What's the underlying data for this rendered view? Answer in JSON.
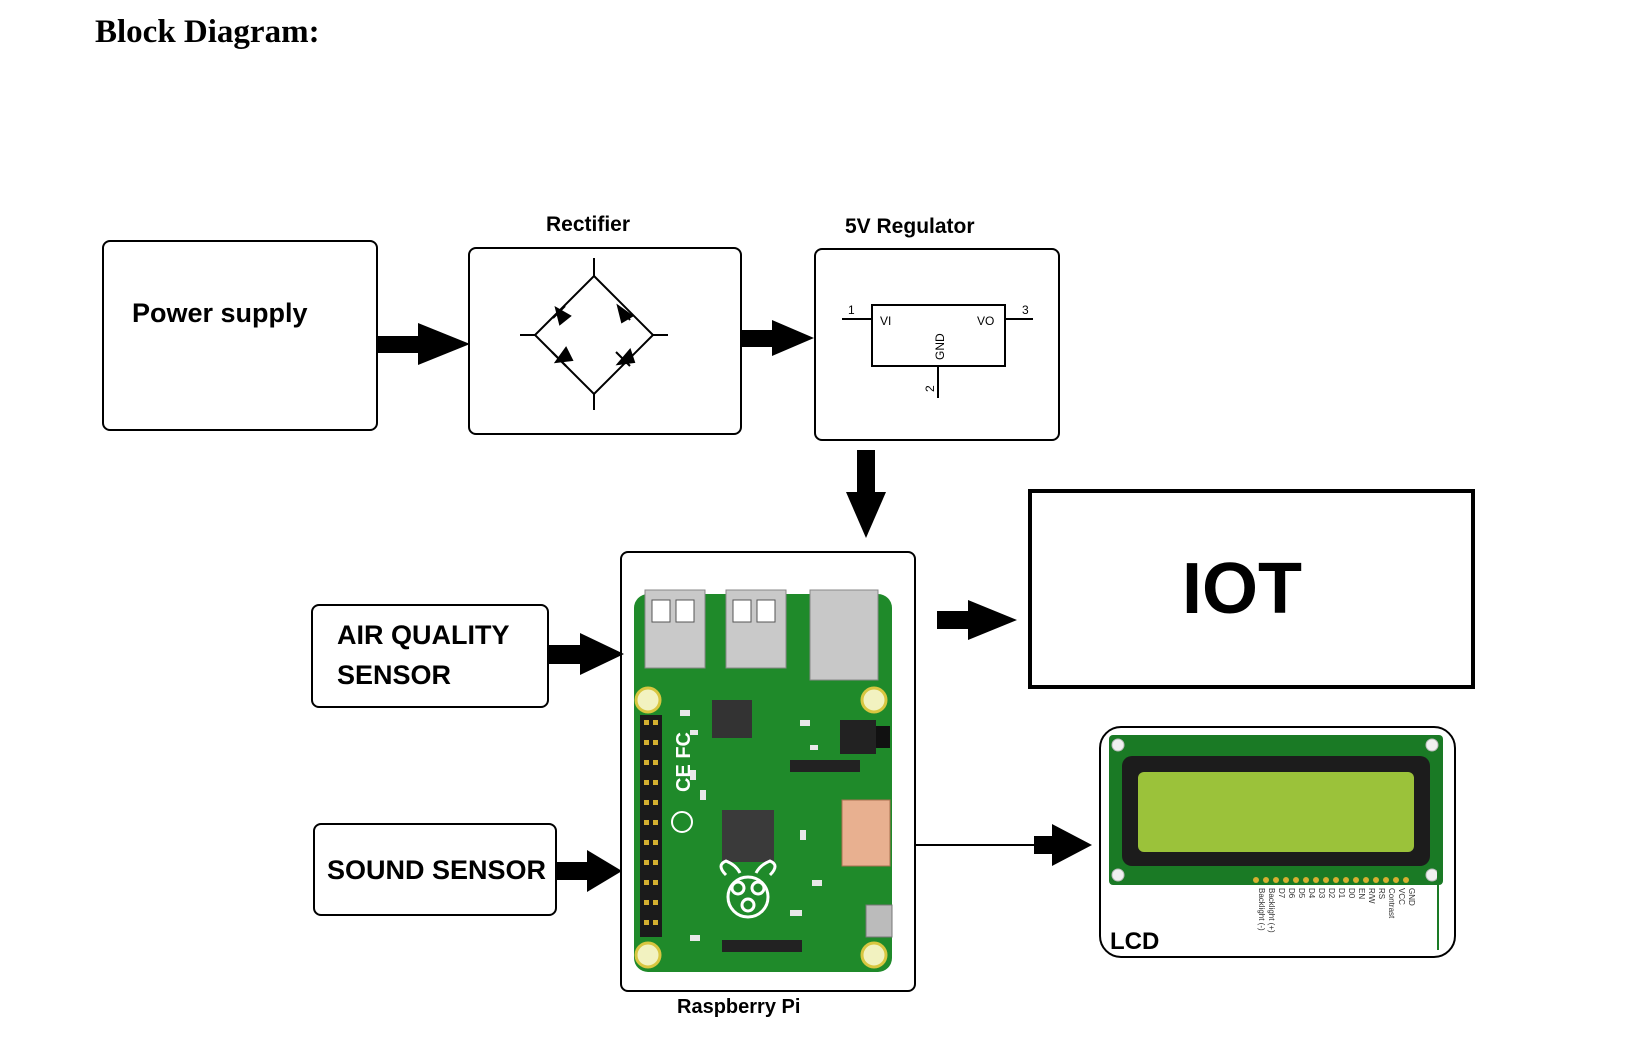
{
  "title": "Block Diagram:",
  "blocks": {
    "power_supply": "Power supply",
    "rectifier": "Rectifier",
    "regulator": "5V Regulator",
    "air_quality_line1": "AIR QUALITY",
    "air_quality_line2": "SENSOR",
    "sound_sensor": "SOUND SENSOR",
    "raspberry_pi": "Raspberry Pi",
    "iot": "IOT",
    "lcd": "LCD"
  },
  "regulator_pins": {
    "vi": "VI",
    "vo": "VO",
    "gnd": "GND",
    "pin1": "1",
    "pin2": "2",
    "pin3": "3"
  },
  "lcd_pins": [
    "GND",
    "VCC",
    "Contrast",
    "RS",
    "R/W",
    "EN",
    "D0",
    "D1",
    "D2",
    "D3",
    "D4",
    "D5",
    "D6",
    "D7",
    "Backlight (+)",
    "Backlight (-)"
  ],
  "colors": {
    "pcb_green": "#1f8a2a",
    "lcd_screen": "#9bc23a",
    "lcd_board": "#1a7a25",
    "arrow": "#000000"
  }
}
